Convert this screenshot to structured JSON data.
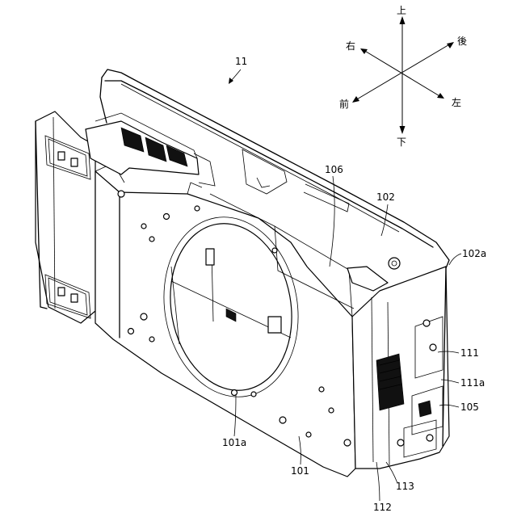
{
  "figure": {
    "main_label": "11",
    "directions": {
      "up": "上",
      "down": "下",
      "right": "右",
      "left": "左",
      "front": "前",
      "rear": "後"
    },
    "references": [
      {
        "key": "r106",
        "text": "106"
      },
      {
        "key": "r102",
        "text": "102"
      },
      {
        "key": "r102a",
        "text": "102a"
      },
      {
        "key": "r111",
        "text": "111"
      },
      {
        "key": "r111a",
        "text": "111a"
      },
      {
        "key": "r105",
        "text": "105"
      },
      {
        "key": "r101a",
        "text": "101a"
      },
      {
        "key": "r101",
        "text": "101"
      },
      {
        "key": "r113",
        "text": "113"
      },
      {
        "key": "r112",
        "text": "112"
      }
    ]
  }
}
